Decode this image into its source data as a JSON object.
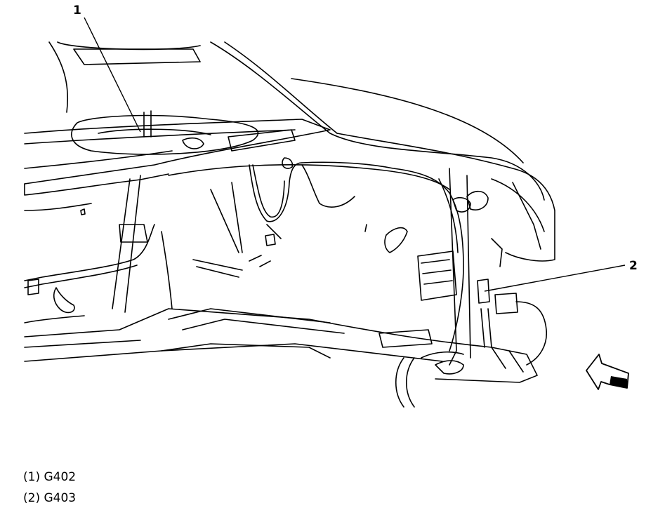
{
  "callouts": [
    {
      "number": "1",
      "label": "G402"
    },
    {
      "number": "2",
      "label": "G403"
    }
  ],
  "legend": [
    {
      "marker": "(1)",
      "label": "G402"
    },
    {
      "marker": "(2)",
      "label": "G403"
    }
  ],
  "icons": {
    "direction_arrow": "view-direction-arrow-icon"
  }
}
